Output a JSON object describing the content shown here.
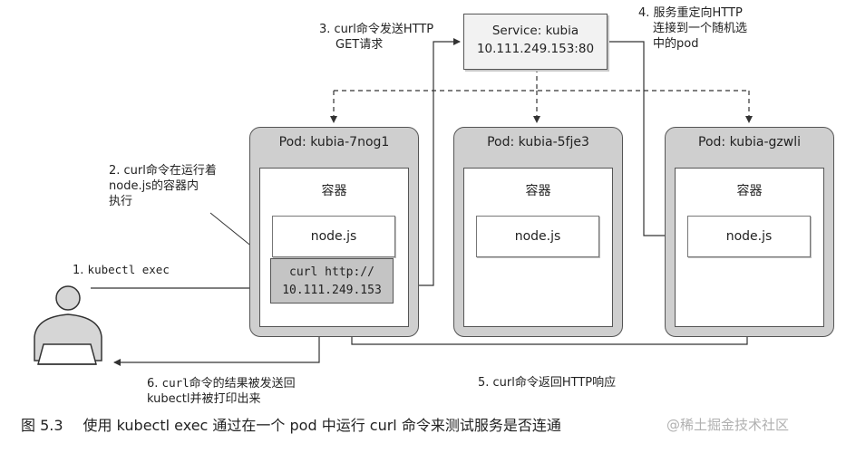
{
  "service": {
    "line1": "Service: kubia",
    "line2": "10.111.249.153:80"
  },
  "pods": [
    {
      "title": "Pod: kubia-7nog1",
      "container_label": "容器",
      "app": "node.js"
    },
    {
      "title": "Pod: kubia-5fje3",
      "container_label": "容器",
      "app": "node.js"
    },
    {
      "title": "Pod: kubia-gzwli",
      "container_label": "容器",
      "app": "node.js"
    }
  ],
  "curl_box": {
    "line1": "curl http://",
    "line2": "10.111.249.153"
  },
  "steps": {
    "s1_prefix": "1. ",
    "s1_cmd": "kubectl exec",
    "s2": [
      "2. curl命令在运行着",
      "node.js的容器内",
      "执行"
    ],
    "s3": [
      "3. curl命令发送HTTP",
      "GET请求"
    ],
    "s4": [
      "4. 服务重定向HTTP",
      "连接到一个随机选",
      "中的pod"
    ],
    "s5": "5. curl命令返回HTTP响应",
    "s6_line1_prefix": "6. ",
    "s6_line1_cmd": "curl",
    "s6_line1_rest": "命令的结果被发送回",
    "s6_line2": "kubectl并被打印出来"
  },
  "caption": {
    "number": "图 5.3",
    "text": "使用 kubectl exec 通过在一个 pod 中运行 curl 命令来测试服务是否连通"
  },
  "watermark": "@稀土掘金技术社区",
  "icons": {
    "user": "person-at-laptop-icon"
  }
}
